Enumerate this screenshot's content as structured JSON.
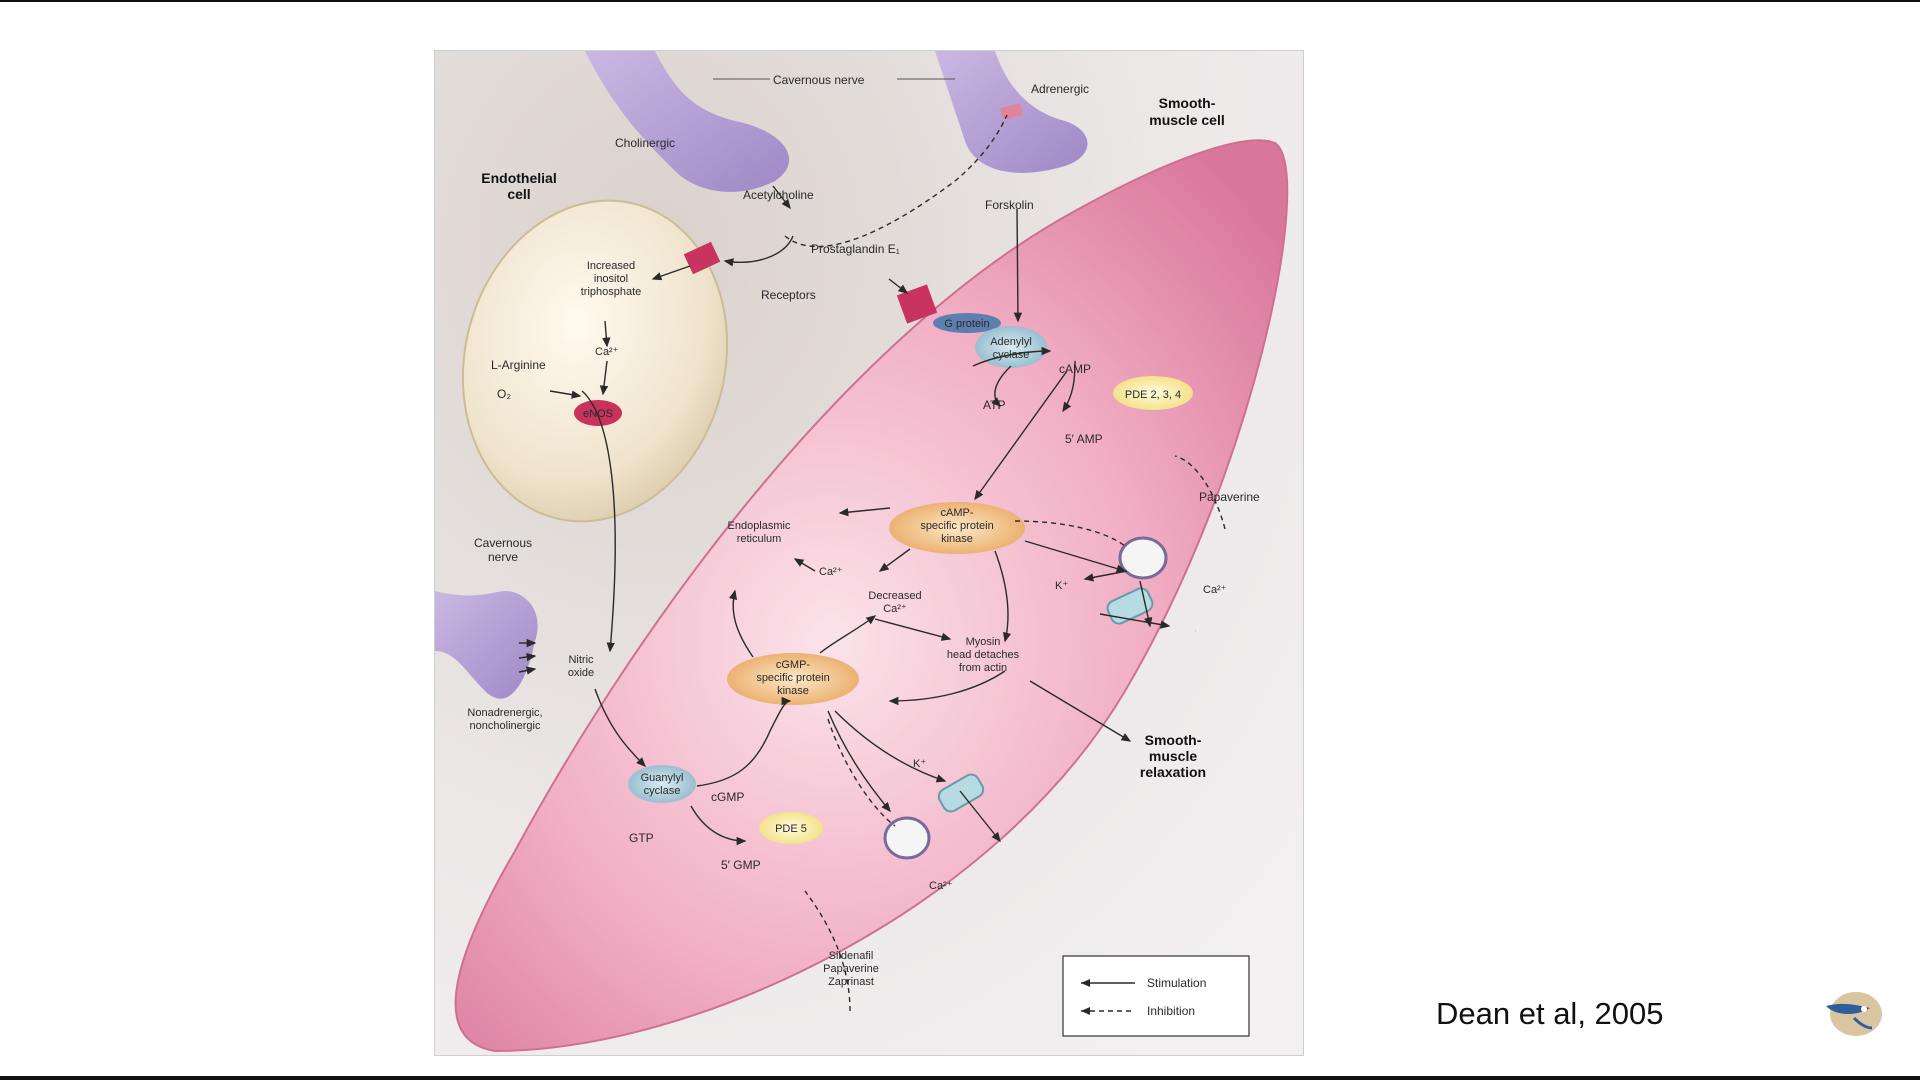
{
  "slide": {
    "citation": "Dean et al, 2005"
  },
  "diagram": {
    "labels": {
      "cavernous_nerve_top": "Cavernous nerve",
      "adrenergic": "Adrenergic",
      "smooth_muscle_cell": [
        "Smooth-",
        "muscle cell"
      ],
      "cholinergic": "Cholinergic",
      "endothelial_cell": [
        "Endothelial",
        "cell"
      ],
      "acetylcholine": "Acetylcholine",
      "forskolin": "Forskolin",
      "increased_ip3": [
        "Increased",
        "inositol",
        "triphosphate"
      ],
      "prostaglandin": "Prostaglandin E₁",
      "receptors": "Receptors",
      "g_protein": "G protein",
      "adenylyl_cyclase": [
        "Adenylyl",
        "cyclase"
      ],
      "ca_endothelial": "Ca²⁺",
      "l_arginine": "L-Arginine",
      "o2": "O₂",
      "enos": "eNOS",
      "camp": "cAMP",
      "atp": "ATP",
      "pde234": "PDE 2, 3, 4",
      "five_amp": "5′ AMP",
      "papaverine_right": "Papaverine",
      "camp_pk": [
        "cAMP-",
        "specific protein",
        "kinase"
      ],
      "er": [
        "Endoplasmic",
        "reticulum"
      ],
      "ca_er": "Ca²⁺",
      "cavernous_nerve_left": [
        "Cavernous",
        "nerve"
      ],
      "decreased_ca": [
        "Decreased",
        "Ca²⁺"
      ],
      "k_right": "K⁺",
      "ca_right": "Ca²⁺",
      "nitric_oxide": [
        "Nitric",
        "oxide"
      ],
      "myosin": [
        "Myosin",
        "head detaches",
        "from actin"
      ],
      "cgmp_pk": [
        "cGMP-",
        "specific protein",
        "kinase"
      ],
      "nonadrenergic": [
        "Nonadrenergic,",
        "noncholinergic"
      ],
      "smooth_relax": [
        "Smooth-",
        "muscle",
        "relaxation"
      ],
      "guanylyl_cyclase": [
        "Guanylyl",
        "cyclase"
      ],
      "k_bottom": "K⁺",
      "cgmp": "cGMP",
      "gtp": "GTP",
      "pde5": "PDE 5",
      "five_gmp": "5′ GMP",
      "ca_bottom": "Ca²⁺",
      "drugs": [
        "Sildenafil",
        "Papaverine",
        "Zaprinast"
      ]
    },
    "legend": {
      "stimulation": "Stimulation",
      "inhibition": "Inhibition"
    }
  }
}
